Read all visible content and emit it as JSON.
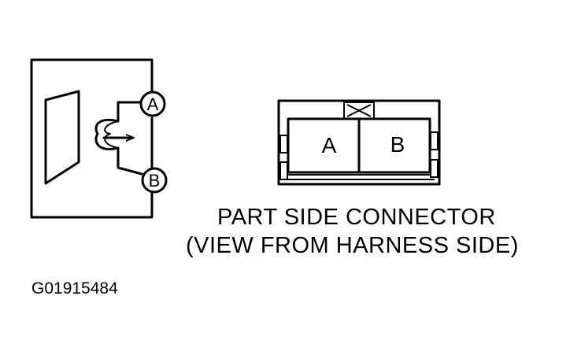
{
  "component_symbol": {
    "terminal_a_label": "A",
    "terminal_b_label": "B"
  },
  "connector": {
    "cavity_a_label": "A",
    "cavity_b_label": "B",
    "caption_line_1": "PART SIDE CONNECTOR",
    "caption_line_2": "(VIEW FROM HARNESS SIDE)"
  },
  "figure_id": "G01915484",
  "colors": {
    "ink": "#000000",
    "paper": "#ffffff"
  }
}
